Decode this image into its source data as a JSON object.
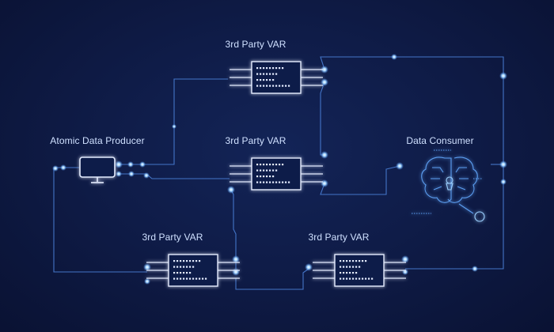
{
  "diagram": {
    "labels": {
      "producer": "Atomic Data Producer",
      "var_top": "3rd Party VAR",
      "var_middle": "3rd Party VAR",
      "var_bottom_left": "3rd Party VAR",
      "var_bottom_right": "3rd Party VAR",
      "consumer": "Data Consumer"
    },
    "colors": {
      "background": "#0f1c48",
      "line": "#4a7fd6",
      "glow": "#8fc4ff",
      "chip_stroke": "#e4ecff",
      "text": "#cfe0ff"
    },
    "icons": {
      "producer": "monitor-icon",
      "var": "chip-icon",
      "consumer": "brain-circuit-icon"
    }
  }
}
